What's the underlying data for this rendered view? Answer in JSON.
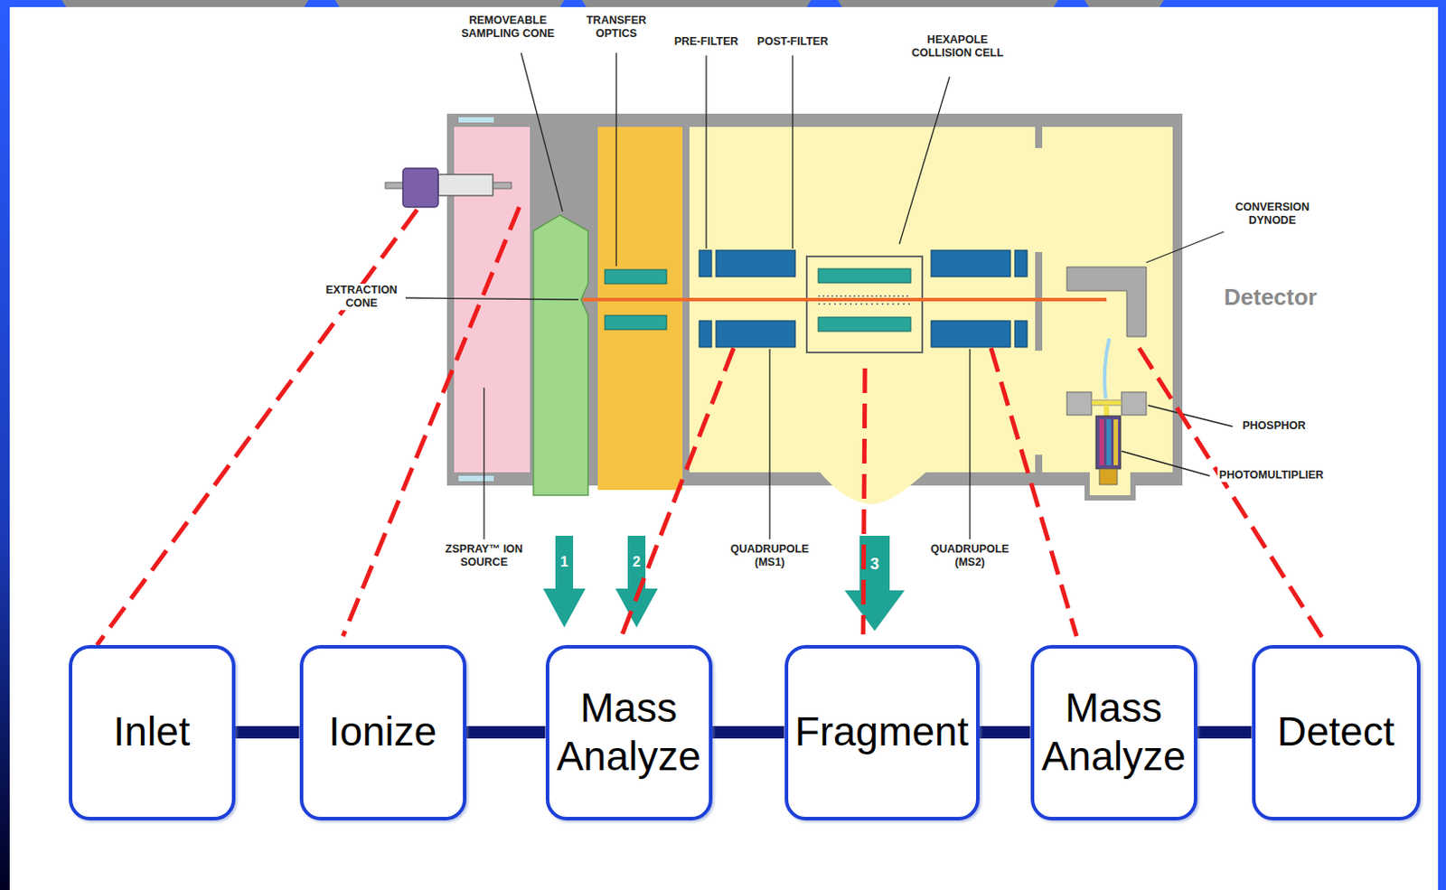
{
  "diagram": {
    "nodes": [
      {
        "text": [
          "Inlet"
        ]
      },
      {
        "text": [
          "Ionize"
        ]
      },
      {
        "text": [
          "Mass Analyze"
        ]
      },
      {
        "text": [
          "Fragment"
        ]
      },
      {
        "text": [
          "Mass Analyze"
        ]
      },
      {
        "text": [
          "Detect"
        ]
      }
    ],
    "edges": [
      {
        "from": 0,
        "to": 1,
        "arrow": "none"
      },
      {
        "from": 1,
        "to": 2,
        "arrow": "none"
      },
      {
        "from": 2,
        "to": 3,
        "arrow": "none"
      },
      {
        "from": 3,
        "to": 4,
        "arrow": "none"
      },
      {
        "from": 4,
        "to": 5,
        "arrow": "none"
      }
    ],
    "labels": [
      "REMOVEABLE SAMPLING CONE",
      "TRANSFER OPTICS",
      "PRE-FILTER",
      "POST-FILTER",
      "HEXAPOLE COLLISION CELL",
      "EXTRACTION CONE",
      "CONVERSION DYNODE",
      "Detector",
      "PHOSPHOR",
      "PHOTOMULTIPLIER",
      "ZSPRAY™ ION SOURCE",
      "QUADRUPOLE (MS1)",
      "QUADRUPOLE (MS2)",
      "1",
      "2",
      "3"
    ]
  }
}
